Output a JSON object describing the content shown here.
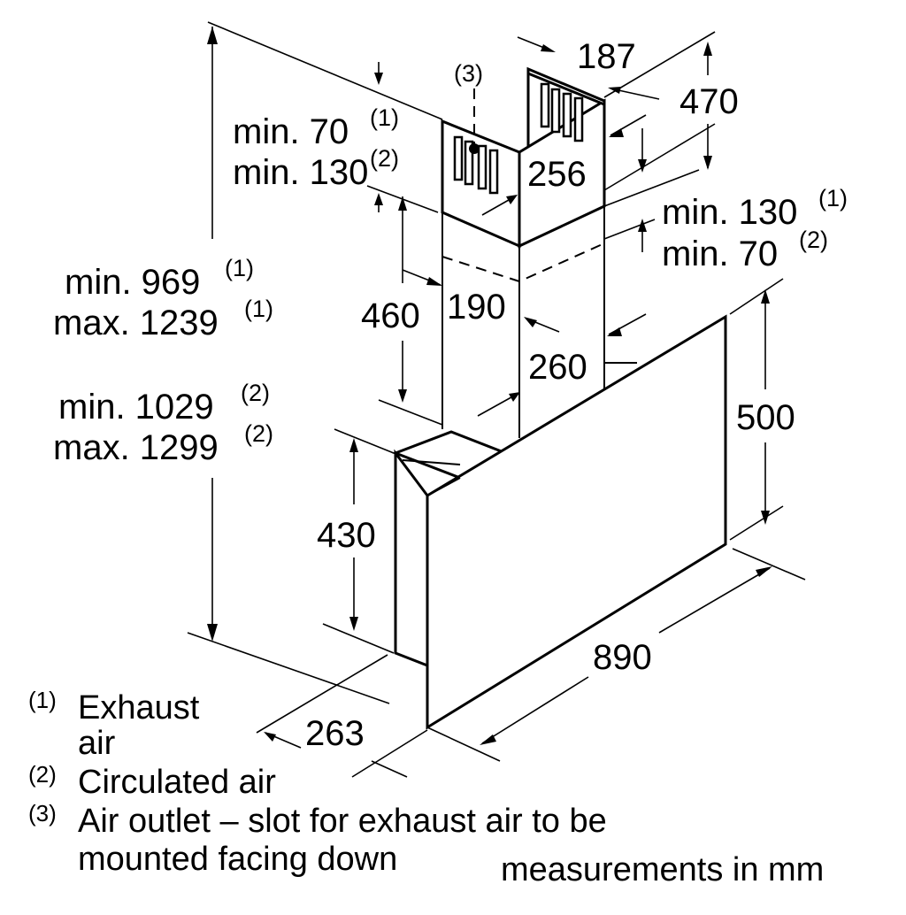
{
  "dimensions": {
    "duct_top_depth": "187",
    "duct_upper_height": "470",
    "duct_upper_width": "256",
    "duct_lower_height": "460",
    "duct_lower_depth": "190",
    "duct_lower_width": "260",
    "hood_height": "500",
    "body_height": "430",
    "hood_width": "890",
    "hood_depth": "263",
    "left_clearance": {
      "line1": "min. 70",
      "sup1": "(1)",
      "line2": "min. 130",
      "sup2": "(2)"
    },
    "right_clearance": {
      "line1": "min. 130",
      "sup1": "(1)",
      "line2": "min. 70",
      "sup2": "(2)"
    },
    "total_height_exhaust": {
      "line1": "min. 969",
      "sup1": "(1)",
      "line2": "max. 1239",
      "sup2": "(1)"
    },
    "total_height_circulated": {
      "line1": "min. 1029",
      "sup1": "(2)",
      "line2": "max. 1299",
      "sup2": "(2)"
    },
    "outlet_marker": "(3)"
  },
  "legend": [
    {
      "mark": "(1)",
      "lines": [
        "Exhaust",
        "air"
      ]
    },
    {
      "mark": "(2)",
      "lines": [
        "Circulated air"
      ]
    },
    {
      "mark": "(3)",
      "lines": [
        "Air outlet – slot for exhaust air to be",
        "mounted facing down"
      ]
    }
  ],
  "units_note": "measurements in mm"
}
